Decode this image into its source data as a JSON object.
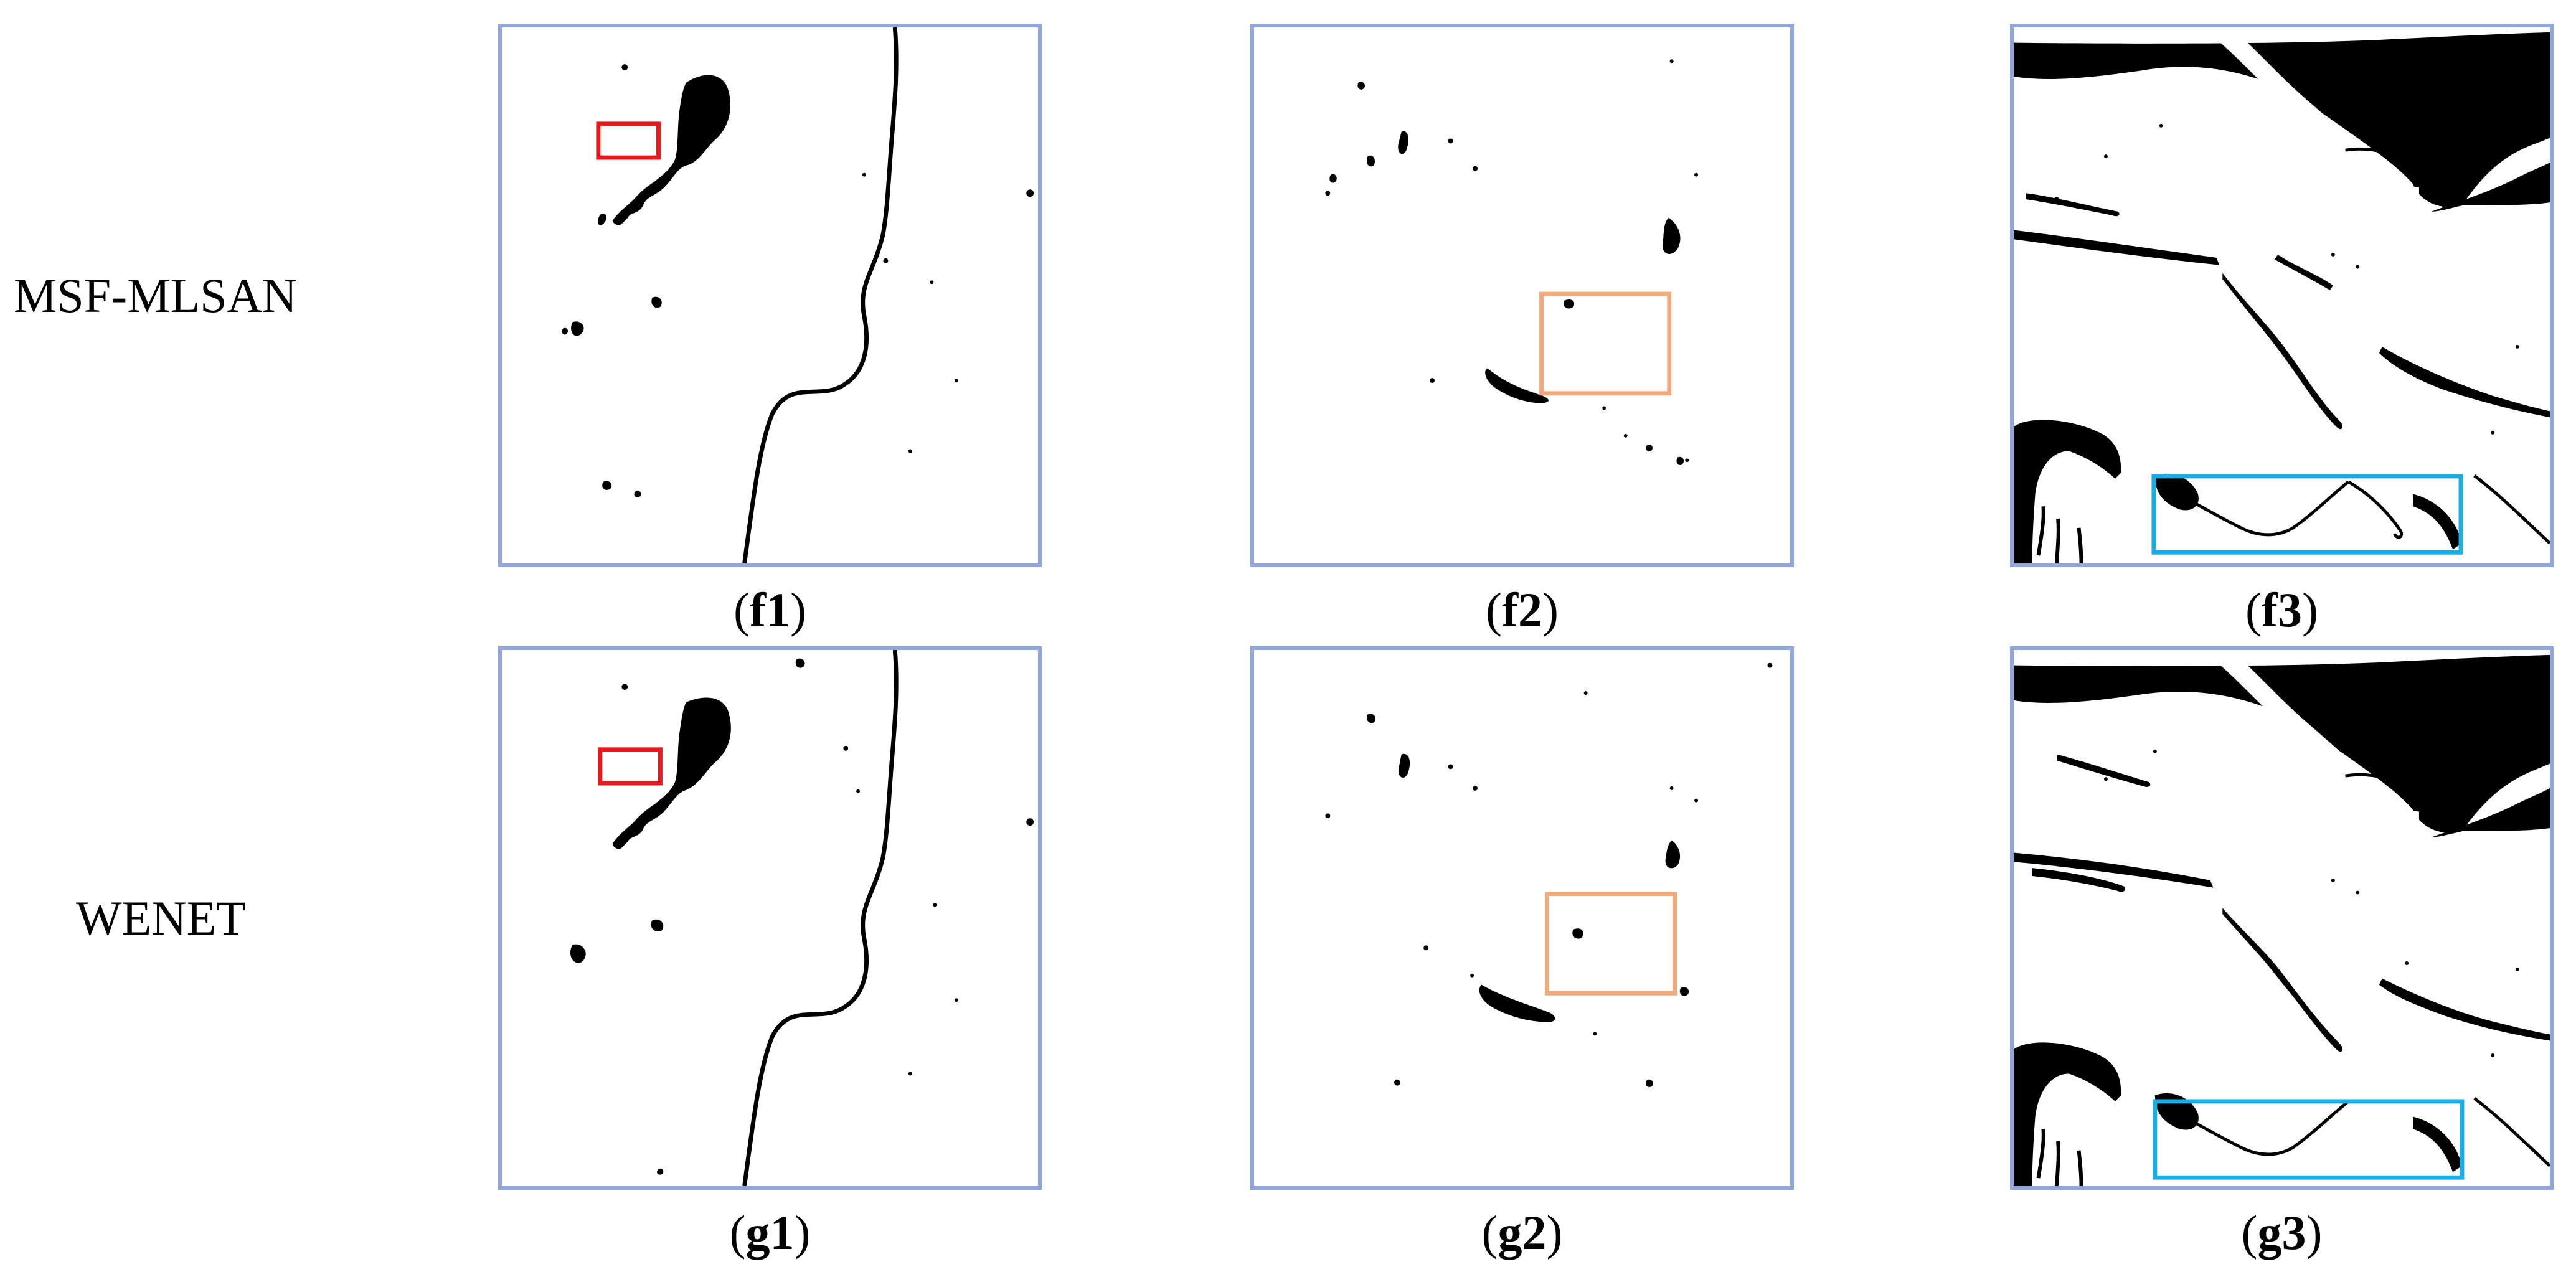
{
  "rows": [
    {
      "label": "MSF-MLSAN"
    },
    {
      "label": "WENET"
    }
  ],
  "panels": [
    {
      "id": "f1",
      "caption_letter": "f1",
      "highlight_color": "#e8191c"
    },
    {
      "id": "f2",
      "caption_letter": "f2",
      "highlight_color": "#f0aa7c"
    },
    {
      "id": "f3",
      "caption_letter": "f3",
      "highlight_color": "#1aaee6"
    },
    {
      "id": "g1",
      "caption_letter": "g1",
      "highlight_color": "#e8191c"
    },
    {
      "id": "g2",
      "caption_letter": "g2",
      "highlight_color": "#f0aa7c"
    },
    {
      "id": "g3",
      "caption_letter": "g3",
      "highlight_color": "#1aaee6"
    }
  ],
  "colors": {
    "panel_border": "#8fa7de",
    "mask": "#000000",
    "background": "#ffffff"
  }
}
